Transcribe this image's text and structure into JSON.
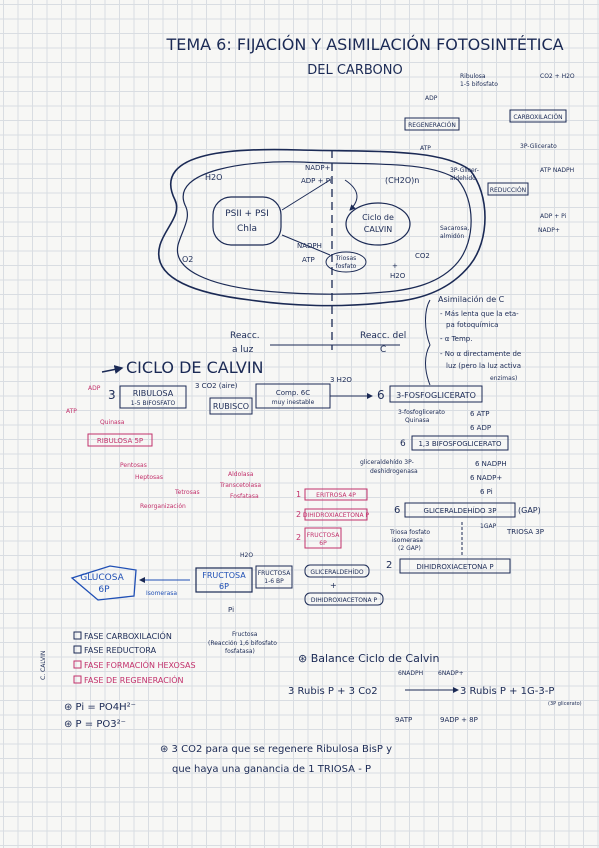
{
  "header": {
    "title_line1": "TEMA 6: FIJACIÓN Y ASIMILACIÓN FOTOSINTÉTICA",
    "title_line2": "DEL CARBONO"
  },
  "chloroplast": {
    "psii_psi": "PSII + PSI",
    "chla": "Chla",
    "ciclo_de": "Ciclo de",
    "calvin": "CALVIN",
    "h2o": "H2O",
    "o2": "O2",
    "nadp": "NADP+",
    "adp_pi": "ADP + Pi",
    "nadph": "NADPH",
    "atp": "ATP",
    "ch2o": "(CH2O)n",
    "co2": "CO2",
    "plus": "+",
    "h2o_out": "H2O",
    "triosas": "Triosas",
    "fosfato": "fosfato",
    "reacc_luz_1": "Reacc.",
    "reacc_luz_2": "a luz",
    "reacc_c_1": "Reacc. del",
    "reacc_c_2": "C"
  },
  "mini_cycle": {
    "regeneracion": "REGENERACIÓN",
    "carboxilacion": "CARBOXILACIÓN",
    "reduccion": "REDUCCIÓN",
    "ribulosa": "Ribulosa",
    "bifosfato": "1-5 bifosfato",
    "co2_h2o": "CO2 + H2O",
    "adp": "ADP",
    "atp": "ATP",
    "p_glicerato": "3P-Glicerato",
    "p_gliceraldehido": "3P-Glicer-",
    "aldehido": "aldehido",
    "atp_nadph": "ATP NADPH",
    "adp_pi": "ADP + Pi",
    "nadp": "NADP+",
    "sacarosa": "Sacarosa,",
    "almidon": "almidón"
  },
  "asimilacion": {
    "heading": "Asimilación de C",
    "line1": "- Más lenta que la eta-",
    "line2": "pa fotoquímica",
    "line3": "- α Temp.",
    "line4": "- No α directamente de",
    "line5": "luz (pero la luz activa",
    "line6": "enzimas)"
  },
  "calvin": {
    "heading": "CICLO DE CALVIN",
    "ribulosa_coef": "3",
    "ribulosa_1": "RIBULOSA",
    "ribulosa_2": "1-5 BIFOSFATO",
    "co2_aire": "3 CO2 (aire)",
    "rubisco": "RUBISCO",
    "comp6c_1": "Comp. 6C",
    "comp6c_2": "muy inestable",
    "h2o_in": "3 H2O",
    "fosfoglicerato_coef": "6",
    "fosfoglicerato": "3-FOSFOGLICERATO",
    "adp_pink": "ADP",
    "atp_pink": "ATP",
    "quinasa_pink": "Quinasa",
    "ribulosa5p": "RIBULOSA 5P",
    "fg_quinasa_1": "3-fosfoglicerato",
    "fg_quinasa_2": "Quinasa",
    "six_atp": "6 ATP",
    "six_adp": "6 ADP",
    "bis_coef": "6",
    "bisfosfoglicerato": "1,3 BIFOSFOGLICERATO",
    "deshidro_1": "gliceraldehído 3P-",
    "deshidro_2": "deshidrogenasa",
    "six_nadph": "6 NADPH",
    "six_nadp": "6 NADP+",
    "six_pi": "6 Pi",
    "gap_coef": "6",
    "gap": "GLICERALDEHÍDO 3P",
    "gap_abbrev": "(GAP)",
    "one_gap": "1GAP",
    "triosa3p_out": "TRIOSA 3P",
    "tf_1": "Triosa fosfato",
    "tf_2": "isomerasa",
    "tf_3": "(2 GAP)",
    "dhap_coef": "2",
    "dhap": "DIHIDROXIACETONA P",
    "pentosas": "Pentosas",
    "heptosas": "Heptosas",
    "tetrosas": "Tetrosas",
    "reorganizacion": "Reorganización",
    "aldolasa": "Aldolasa",
    "transcetolasa": "Transcetolasa",
    "fosfatasa": "Fosfatasa",
    "eritrosa_coef": "1",
    "eritrosa": "ERITROSA 4P",
    "dhap_pink_coef": "2",
    "dhap_pink": "DIHIDROXIACETONA P",
    "fructosa_pink_coef": "2",
    "fructosa_pink_1": "FRUCTOSA",
    "fructosa_pink_2": "6P",
    "h2o_bottom": "H2O",
    "fructosa6p_1": "FRUCTOSA",
    "fructosa6p_2": "6P",
    "fructosa16bp_1": "FRUCTOSA",
    "fructosa16bp_2": "1-6 BP",
    "gliceraldehido": "GLICERALDEHÍDO",
    "plus": "+",
    "dihidroxiacetona": "DIHIDROXIACETONA P",
    "glucosa": "GLUCOSA",
    "glucosa_6p": "6P",
    "isomerasa": "Isomerasa",
    "pi": "Pi",
    "fructosa_16bf": "Fructosa",
    "irr_1": "(Reacción 1,6 bifosfato",
    "irr_2": "fosfatasa)"
  },
  "fases": {
    "vertical_label": "C. CALVIN",
    "items": [
      "FASE CARBOXILACIÓN",
      "FASE REDUCTORA",
      "FASE FORMACIÓN HEXOSAS",
      "FASE DE REGENERACIÓN"
    ],
    "pi_formula": "⊛ Pi = PO4H²⁻",
    "p_formula": "⊛ P = PO3²⁻"
  },
  "balance": {
    "heading": "⊛ Balance Ciclo de Calvin",
    "nadph": "6NADPH",
    "nadp": "6NADP+",
    "left": "3 Rubis P + 3 Co2",
    "right": "3 Rubis P + 1G-3-P",
    "note": "(3P glicerato)",
    "atp": "9ATP",
    "adp": "9ADP + 8P"
  },
  "footnote": {
    "line1": "⊛ 3 CO2 para que se regenere Ribulosa BisP y",
    "line2": "que haya una ganancia de 1 TRIOSA - P"
  }
}
